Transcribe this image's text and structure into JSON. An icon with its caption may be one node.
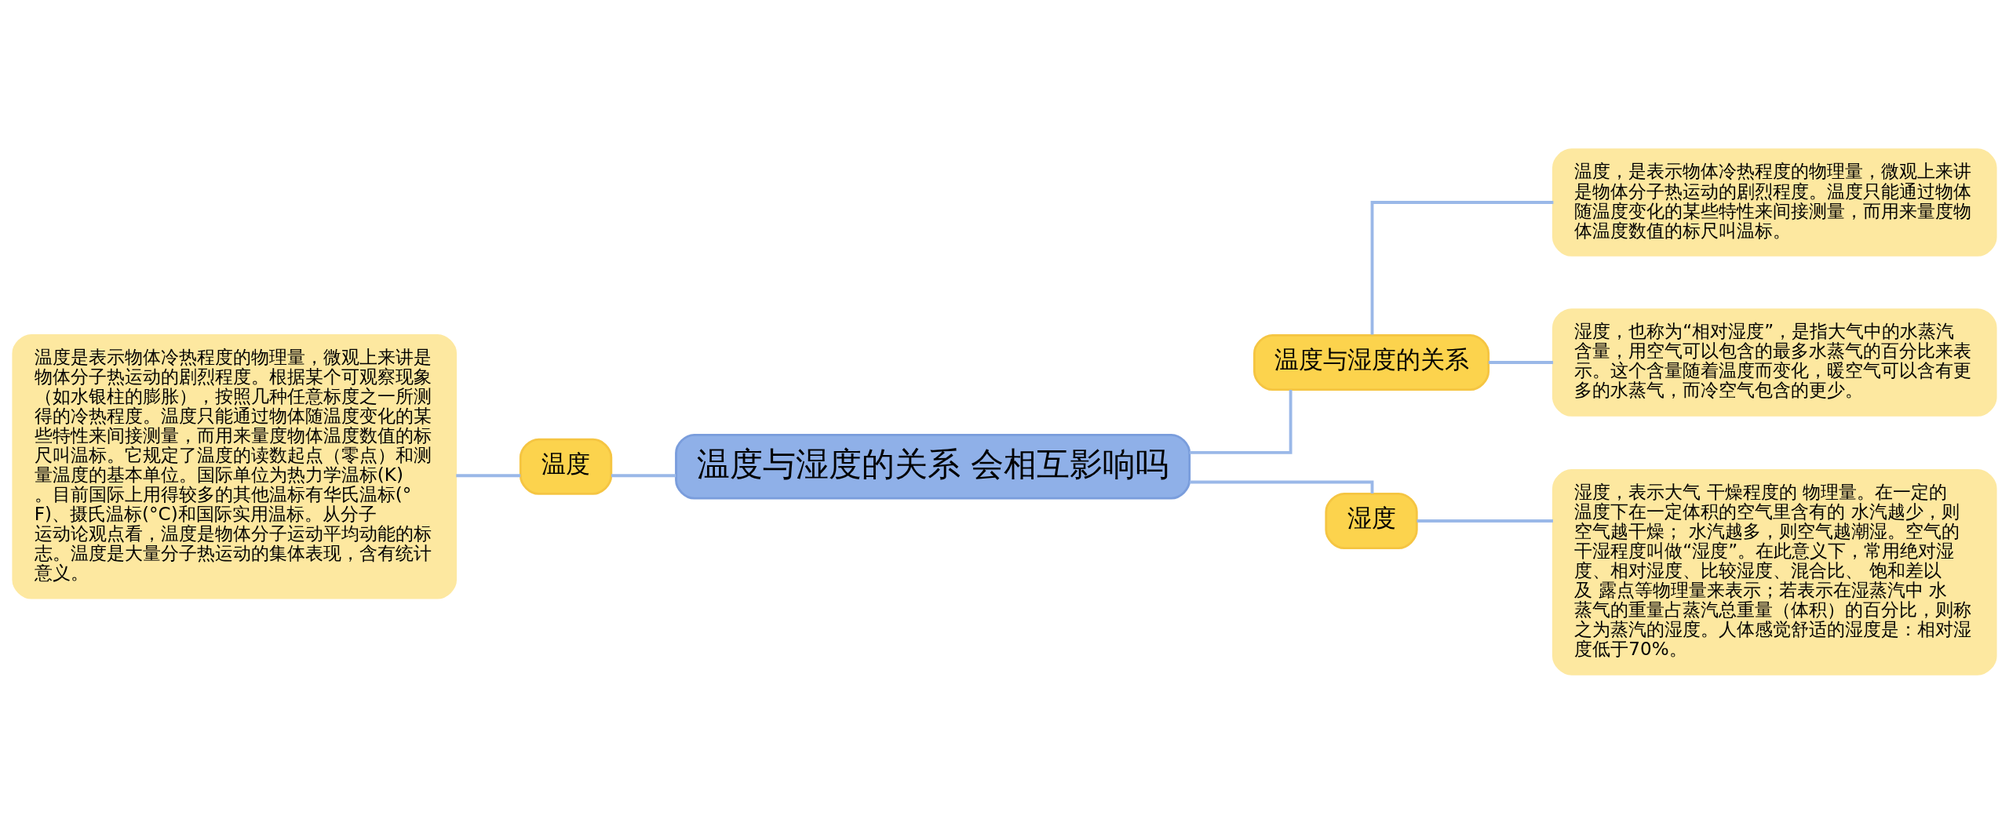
{
  "diagram": {
    "nodes": [
      {
        "text": [
          "温度与湿度的关系 会相互影响吗"
        ]
      },
      {
        "text": [
          "温度"
        ]
      },
      {
        "text": [
          "温度是表示物体冷热程度的物理量，微观上来讲是物体分子热运动的剧烈程度。根据某个可观察现象（如水银柱的膨胀），按照几种任意标度之一所测得的冷热程度。温度只能通过物体随温度变化的某些特性来间接测量，而用来量度物体温度数值的标尺叫温标。它规定了温度的读数起点（零点）和测量温度的基本单位。国际单位为热力学温标(K)。目前国际上用得较多的其他温标有华氏温标(°F)、摄氏温标(°C)和国际实用温标。从分子运动论观点看，温度是物体分子运动平均动能的标志。温度是大量分子热运动的集体表现，含有统计意义。"
        ]
      },
      {
        "text": [
          "温度与湿度的关系"
        ]
      },
      {
        "text": [
          "温度，是表示物体冷热程度的物理量，微观上来讲是物体分子热运动的剧烈程度。温度只能通过物体随温度变化的某些特性来间接测量，而用来量度物体温度数值的标尺叫温标。"
        ]
      },
      {
        "text": [
          "湿度，也称为“相对湿度”，是指大气中的水蒸汽含量，用空气可以包含的最多水蒸气的百分比来表示。这个含量随着温度而变化，暖空气可以含有更多的水蒸气，而冷空气包含的更少。"
        ]
      },
      {
        "text": [
          "湿度"
        ]
      },
      {
        "text": [
          "湿度，表示大气 干燥程度的 物理量。在一定的温度下在一定体积的空气里含有的 水汽越少，则空气越干燥； 水汽越多，则空气越潮湿。空气的干湿程度叫做“湿度”。在此意义下，常用绝对湿度、相对湿度、比较湿度、混合比、 饱和差以及 露点等物理量来表示；若表示在湿蒸汽中 水蒸气的重量占蒸汽总重量（体积）的百分比，则称之为蒸汽的湿度。人体感觉舒适的湿度是：相对湿度低于70%。"
        ]
      }
    ],
    "edges": [
      {
        "from": 0,
        "to": 1,
        "arrow": "none"
      },
      {
        "from": 1,
        "to": 2,
        "arrow": "none"
      },
      {
        "from": 0,
        "to": 3,
        "arrow": "none"
      },
      {
        "from": 3,
        "to": 4,
        "arrow": "none"
      },
      {
        "from": 3,
        "to": 5,
        "arrow": "none"
      },
      {
        "from": 0,
        "to": 6,
        "arrow": "none"
      },
      {
        "from": 6,
        "to": 7,
        "arrow": "none"
      }
    ]
  }
}
